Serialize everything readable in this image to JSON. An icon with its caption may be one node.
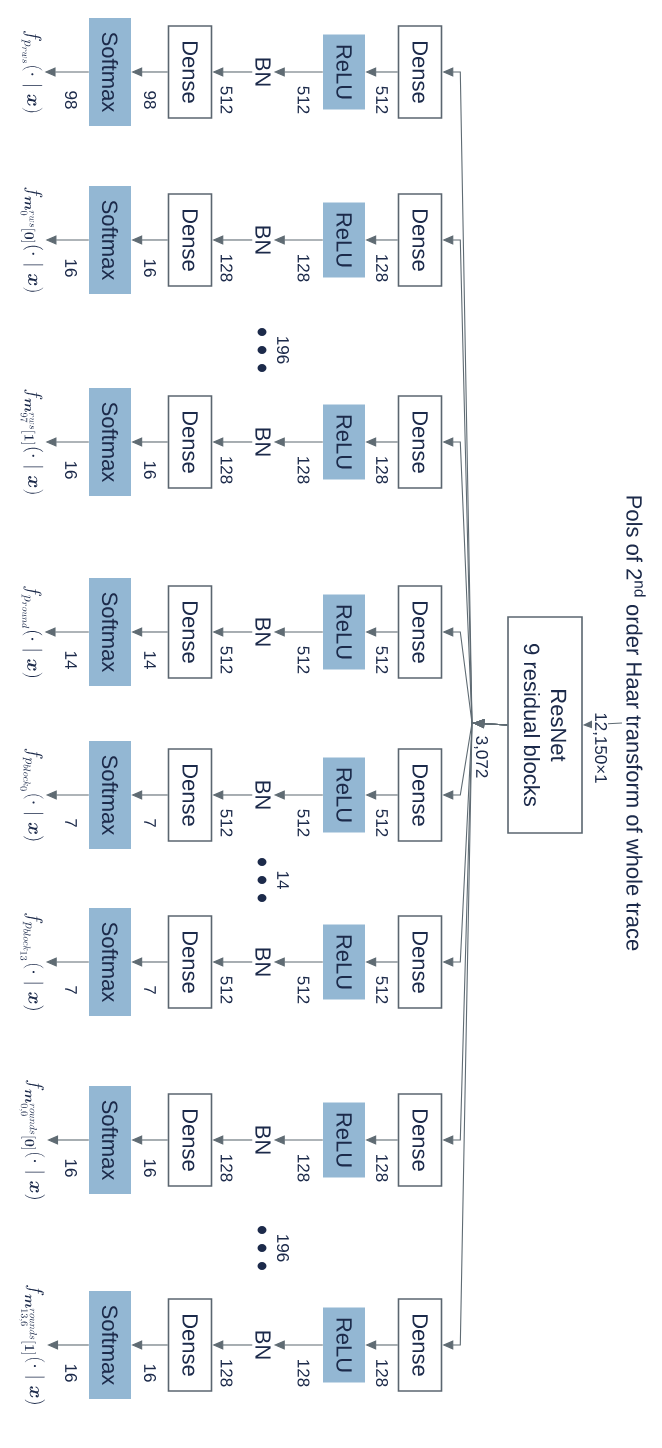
{
  "diagram": {
    "title": "Pols of 2$^{nd}$ order Haar transform of whole trace",
    "nodes": [
      {
        "text": [
          "ResNet",
          "9 residual blocks"
        ]
      },
      {
        "text": [
          "Dense"
        ]
      },
      {
        "text": [
          "ReLU"
        ]
      },
      {
        "text": [
          "BN"
        ]
      },
      {
        "text": [
          "Dense"
        ]
      },
      {
        "text": [
          "Softmax"
        ]
      },
      {
        "text": [
          "f_{p_{rws}}(\\cdot\\mid\\boldsymbol{x})"
        ]
      },
      {
        "text": [
          "Dense"
        ]
      },
      {
        "text": [
          "ReLU"
        ]
      },
      {
        "text": [
          "BN"
        ]
      },
      {
        "text": [
          "Dense"
        ]
      },
      {
        "text": [
          "Softmax"
        ]
      },
      {
        "text": [
          "f_{\\boldsymbol{m}_{0}^{rws}[\\mathbf{0}]}(\\cdot\\mid\\boldsymbol{x})"
        ]
      },
      {
        "text": [
          "Dense"
        ]
      },
      {
        "text": [
          "ReLU"
        ]
      },
      {
        "text": [
          "BN"
        ]
      },
      {
        "text": [
          "Dense"
        ]
      },
      {
        "text": [
          "Softmax"
        ]
      },
      {
        "text": [
          "f_{\\boldsymbol{m}_{97}^{rws}[\\mathbf{1}]}(\\cdot\\mid\\boldsymbol{x})"
        ]
      },
      {
        "text": [
          "Dense"
        ]
      },
      {
        "text": [
          "ReLU"
        ]
      },
      {
        "text": [
          "BN"
        ]
      },
      {
        "text": [
          "Dense"
        ]
      },
      {
        "text": [
          "Softmax"
        ]
      },
      {
        "text": [
          "f_{p_{round}}(\\cdot\\mid\\boldsymbol{x})"
        ]
      },
      {
        "text": [
          "Dense"
        ]
      },
      {
        "text": [
          "ReLU"
        ]
      },
      {
        "text": [
          "BN"
        ]
      },
      {
        "text": [
          "Dense"
        ]
      },
      {
        "text": [
          "Softmax"
        ]
      },
      {
        "text": [
          "f_{p_{block_{0}}}(\\cdot\\mid\\boldsymbol{x})"
        ]
      },
      {
        "text": [
          "Dense"
        ]
      },
      {
        "text": [
          "ReLU"
        ]
      },
      {
        "text": [
          "BN"
        ]
      },
      {
        "text": [
          "Dense"
        ]
      },
      {
        "text": [
          "Softmax"
        ]
      },
      {
        "text": [
          "f_{p_{block_{13}}}(\\cdot\\mid\\boldsymbol{x})"
        ]
      },
      {
        "text": [
          "Dense"
        ]
      },
      {
        "text": [
          "ReLU"
        ]
      },
      {
        "text": [
          "BN"
        ]
      },
      {
        "text": [
          "Dense"
        ]
      },
      {
        "text": [
          "Softmax"
        ]
      },
      {
        "text": [
          "f_{\\boldsymbol{m}_{0,0}^{rounds}[\\mathbf{0}]}(\\cdot\\mid\\boldsymbol{x})"
        ]
      },
      {
        "text": [
          "Dense"
        ]
      },
      {
        "text": [
          "ReLU"
        ]
      },
      {
        "text": [
          "BN"
        ]
      },
      {
        "text": [
          "Dense"
        ]
      },
      {
        "text": [
          "Softmax"
        ]
      },
      {
        "text": [
          "f_{\\boldsymbol{m}_{13,6}^{rounds}[\\mathbf{1}]}(\\cdot\\mid\\boldsymbol{x})"
        ]
      }
    ],
    "edges": [
      {
        "from": null,
        "to": 0,
        "arrow": "to",
        "label": "12,150×1"
      },
      {
        "from": 0,
        "to": 1,
        "arrow": "to"
      },
      {
        "from": 1,
        "to": 2,
        "arrow": "to",
        "label": "512"
      },
      {
        "from": 2,
        "to": 3,
        "arrow": "to",
        "label": "512"
      },
      {
        "from": 3,
        "to": 4,
        "arrow": "to",
        "label": "512"
      },
      {
        "from": 4,
        "to": 5,
        "arrow": "to",
        "label": "98"
      },
      {
        "from": 5,
        "to": 6,
        "arrow": "to",
        "label": "98"
      },
      {
        "from": 0,
        "to": 7,
        "arrow": "to"
      },
      {
        "from": 7,
        "to": 8,
        "arrow": "to",
        "label": "128"
      },
      {
        "from": 8,
        "to": 9,
        "arrow": "to",
        "label": "128"
      },
      {
        "from": 9,
        "to": 10,
        "arrow": "to",
        "label": "128"
      },
      {
        "from": 10,
        "to": 11,
        "arrow": "to",
        "label": "16"
      },
      {
        "from": 11,
        "to": 12,
        "arrow": "to",
        "label": "16"
      },
      {
        "from": 0,
        "to": 13,
        "arrow": "to"
      },
      {
        "from": 13,
        "to": 14,
        "arrow": "to",
        "label": "128"
      },
      {
        "from": 14,
        "to": 15,
        "arrow": "to",
        "label": "128"
      },
      {
        "from": 15,
        "to": 16,
        "arrow": "to",
        "label": "128"
      },
      {
        "from": 16,
        "to": 17,
        "arrow": "to",
        "label": "16"
      },
      {
        "from": 17,
        "to": 18,
        "arrow": "to",
        "label": "16"
      },
      {
        "from": 0,
        "to": 19,
        "arrow": "to",
        "label": "3,072"
      },
      {
        "from": 19,
        "to": 20,
        "arrow": "to",
        "label": "512"
      },
      {
        "from": 20,
        "to": 21,
        "arrow": "to",
        "label": "512"
      },
      {
        "from": 21,
        "to": 22,
        "arrow": "to",
        "label": "512"
      },
      {
        "from": 22,
        "to": 23,
        "arrow": "to",
        "label": "14"
      },
      {
        "from": 23,
        "to": 24,
        "arrow": "to",
        "label": "14"
      },
      {
        "from": 0,
        "to": 25,
        "arrow": "to"
      },
      {
        "from": 25,
        "to": 26,
        "arrow": "to",
        "label": "512"
      },
      {
        "from": 26,
        "to": 27,
        "arrow": "to",
        "label": "512"
      },
      {
        "from": 27,
        "to": 28,
        "arrow": "to",
        "label": "512"
      },
      {
        "from": 28,
        "to": 29,
        "arrow": "to",
        "label": "7"
      },
      {
        "from": 29,
        "to": 30,
        "arrow": "to",
        "label": "7"
      },
      {
        "from": 0,
        "to": 31,
        "arrow": "to"
      },
      {
        "from": 31,
        "to": 32,
        "arrow": "to",
        "label": "512"
      },
      {
        "from": 32,
        "to": 33,
        "arrow": "to",
        "label": "512"
      },
      {
        "from": 33,
        "to": 34,
        "arrow": "to",
        "label": "512"
      },
      {
        "from": 34,
        "to": 35,
        "arrow": "to",
        "label": "7"
      },
      {
        "from": 35,
        "to": 36,
        "arrow": "to",
        "label": "7"
      },
      {
        "from": 0,
        "to": 37,
        "arrow": "to"
      },
      {
        "from": 37,
        "to": 38,
        "arrow": "to",
        "label": "128"
      },
      {
        "from": 38,
        "to": 39,
        "arrow": "to",
        "label": "128"
      },
      {
        "from": 39,
        "to": 40,
        "arrow": "to",
        "label": "128"
      },
      {
        "from": 40,
        "to": 41,
        "arrow": "to",
        "label": "16"
      },
      {
        "from": 41,
        "to": 42,
        "arrow": "to",
        "label": "16"
      },
      {
        "from": 0,
        "to": 43,
        "arrow": "to"
      },
      {
        "from": 43,
        "to": 44,
        "arrow": "to",
        "label": "128"
      },
      {
        "from": 44,
        "to": 45,
        "arrow": "to",
        "label": "128"
      },
      {
        "from": 45,
        "to": 46,
        "arrow": "to",
        "label": "128"
      },
      {
        "from": 46,
        "to": 47,
        "arrow": "to",
        "label": "16"
      },
      {
        "from": 47,
        "to": 48,
        "arrow": "to",
        "label": "16"
      }
    ],
    "labels": [
      "196",
      "14",
      "196"
    ]
  }
}
